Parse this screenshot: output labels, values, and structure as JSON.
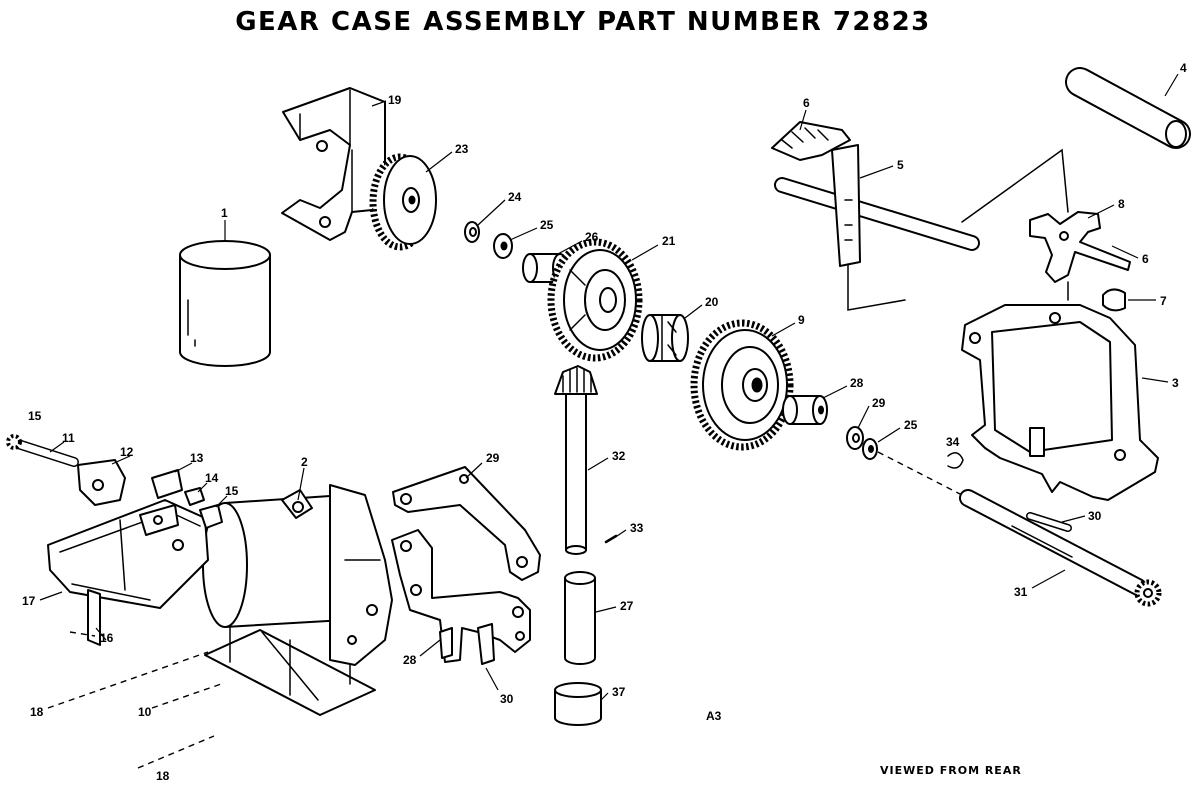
{
  "title": "GEAR CASE ASSEMBLY PART NUMBER 72823",
  "view_note": "VIEWED FROM REAR",
  "sheet_ref": "A3",
  "colors": {
    "ink": "#000000",
    "paper": "#ffffff"
  },
  "callouts": {
    "bracket_top": "19",
    "disc": "23",
    "washer_a": "24",
    "nut_a": "25",
    "sleeve_a": "26",
    "bevel_gear": "21",
    "coupling": "20",
    "spur_gear": "9",
    "bushing_a": "28",
    "washer_b": "29",
    "washer_c": "25",
    "clip": "34",
    "pin_right": "30",
    "shaft_long": "31",
    "gear_case": "3",
    "cap": "7",
    "fork_lower": "6",
    "fork_upper": "8",
    "grip": "4",
    "lever_comb": "6",
    "lever": "5",
    "cylinder": "1",
    "pinion_shaft": "32",
    "pin_small": "33",
    "sleeve_b": "27",
    "bushing_b": "37",
    "bracket_mid": "29",
    "plate_left": "28",
    "plate_right": "30",
    "shaft_end": "15",
    "shaft_left": "11",
    "plate_small": "12",
    "part_13": "13",
    "part_14": "14",
    "part_15": "15",
    "motor": "2",
    "bracket_left": "17",
    "leg": "16",
    "ref_18a": "18",
    "ref_10": "10",
    "ref_18b": "18"
  }
}
